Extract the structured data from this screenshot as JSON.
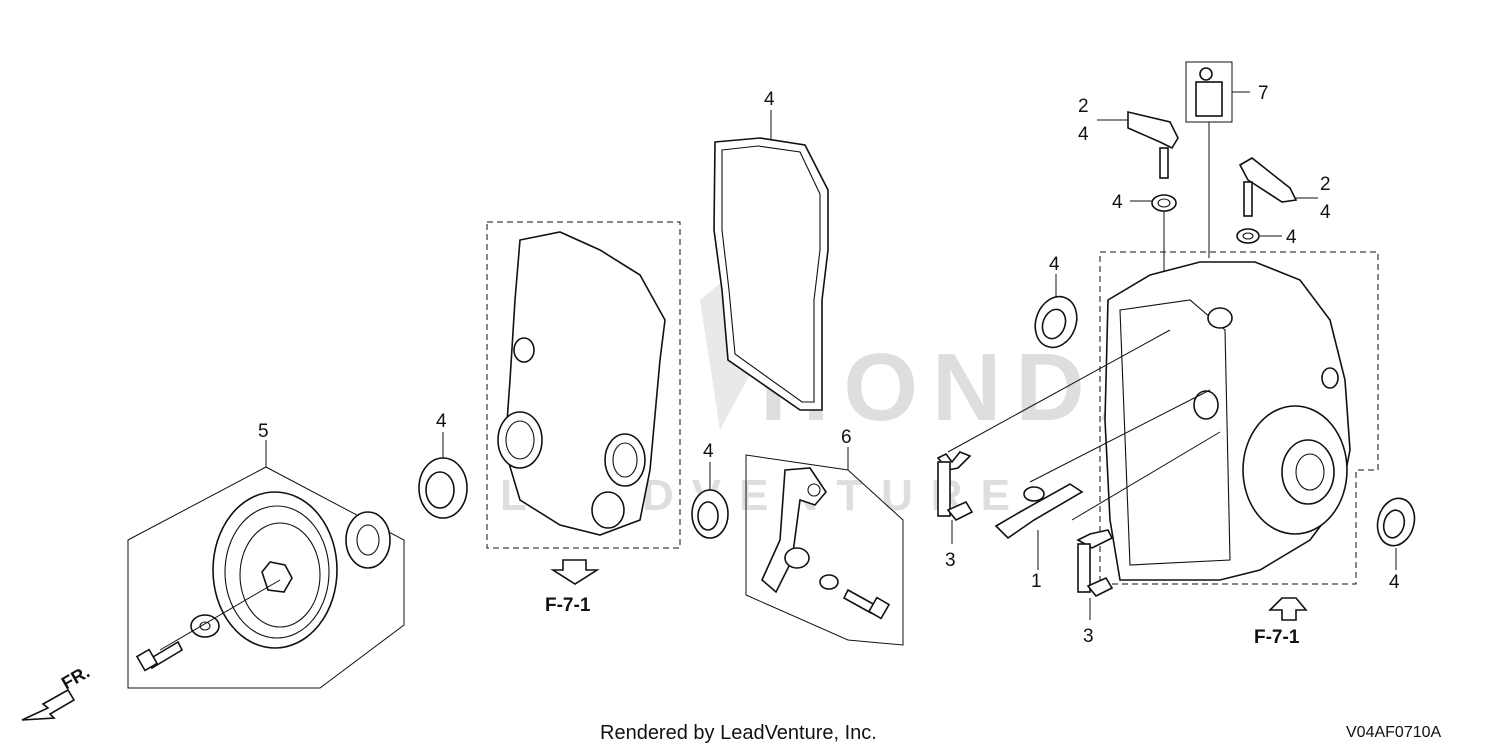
{
  "callouts": {
    "c_gasket_4": "4",
    "c_seal_left_4": "4",
    "c_pulley_5": "5",
    "c_seal_mid_4": "4",
    "c_bracket_6": "6",
    "c_arm_top_2": "2",
    "c_arm_top_4": "4",
    "c_fitting_7": "7",
    "c_ring_top_4": "4",
    "c_arm_right_2": "2",
    "c_arm_right_4": "4",
    "c_ring_right_4": "4",
    "c_seal_upper_4": "4",
    "c_pin_left_3": "3",
    "c_slider_1": "1",
    "c_pin_right_3": "3",
    "c_seal_right_4": "4"
  },
  "refs": {
    "ref_left": "F-7-1",
    "ref_right": "F-7-1"
  },
  "front_label": "FR.",
  "footer": {
    "rendered_by": "Rendered by LeadVenture, Inc.",
    "diagram_code": "V04AF0710A"
  },
  "watermark": {
    "brand": "HONDA",
    "company": "LEADVENTURE"
  },
  "colors": {
    "line": "#111111",
    "background": "#ffffff",
    "watermark": "#d9d9d9"
  }
}
